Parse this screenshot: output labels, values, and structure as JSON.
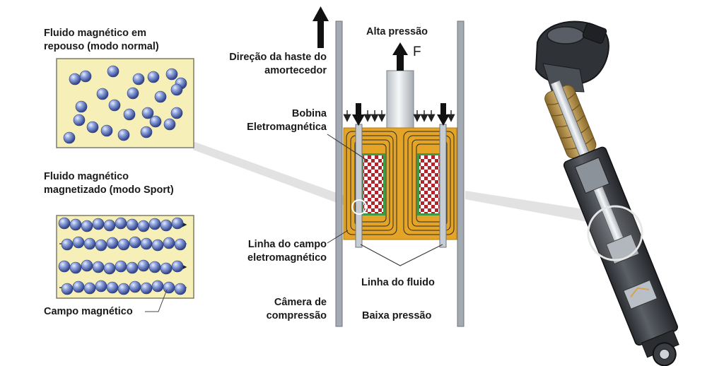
{
  "left_panel": {
    "rest_title_line1": "Fluido magnético em",
    "rest_title_line2": "repouso (modo normal)",
    "magnetized_title_line1": "Fluido magnético",
    "magnetized_title_line2": "magnetizado (modo Sport)",
    "field_label": "Campo magnético"
  },
  "center_panel": {
    "rod_direction_line1": "Direção da haste do",
    "rod_direction_line2": "amortecedor",
    "high_pressure": "Alta pressão",
    "force_symbol": "F",
    "coil_line1": "Bobina",
    "coil_line2": "Eletromagnética",
    "field_line1": "Linha do campo",
    "field_line2": "eletromagnético",
    "fluid_line": "Linha do fluido",
    "chamber_line1": "Câmera de",
    "chamber_line2": "compressão",
    "low_pressure": "Baixa pressão"
  },
  "colors": {
    "fluid_box": "#f6f0b8",
    "particle": "#6f86c8",
    "piston": "#e3a427",
    "coil_red": "#b3242c",
    "coil_border": "#3d9a47",
    "cylinder_wall": "#9ea4ab",
    "absorber_body": "#3a3d42"
  }
}
